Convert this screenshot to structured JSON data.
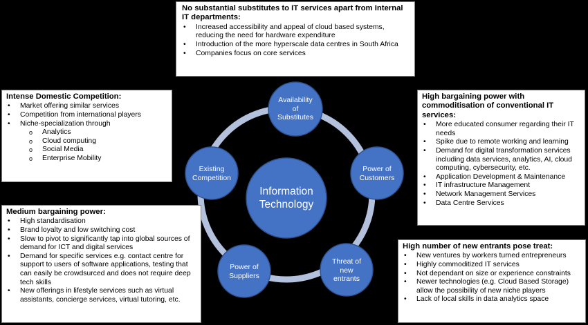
{
  "colors": {
    "circle_fill": "#4472c4",
    "circle_stroke": "#2f528f",
    "ring": "#b4c1dd",
    "background": "#000000"
  },
  "nodes": {
    "center": "Information Technology",
    "substitutes": [
      "Availability",
      "of",
      "Substitutes"
    ],
    "customers": [
      "Power of",
      "Customers"
    ],
    "new_entrants": [
      "Threat of",
      "new",
      "entrants"
    ],
    "suppliers": [
      "Power of",
      "Suppliers"
    ],
    "competition": [
      "Existing",
      "Competition"
    ]
  },
  "top": {
    "title": "No substantial substitutes to IT services apart from Internal IT departments:",
    "items": [
      "Increased accessibility and appeal of cloud based systems, reducing the need for hardware expenditure",
      "Introduction of the more hyperscale data centres in South Africa",
      "Companies focus on core services"
    ]
  },
  "left_top": {
    "title": "Intense Domestic Competition:",
    "items": [
      "Market offering similar services",
      "Competition from international players",
      "Niche-specialization through"
    ],
    "subitems": [
      "Analytics",
      "Cloud computing",
      "Social Media",
      "Enterprise Mobility"
    ]
  },
  "right_top": {
    "title": "High bargaining power with commoditisation of conventional IT services:",
    "items": [
      "More educated consumer regarding their IT needs",
      "Spike due to remote working and learning",
      "Demand for digital transformation services including data services, analytics, AI, cloud computing, cybersecurity, etc.",
      "Application Development & Maintenance",
      "IT infrastructure Management",
      "Network Management Services",
      "Data Centre Services"
    ]
  },
  "left_bottom": {
    "title": "Medium bargaining power:",
    "items": [
      "High standardisation",
      "Brand loyalty and low switching cost",
      "Slow to pivot to significantly tap into global sources of demand for ICT and digital services",
      "Demand for specific services e.g. contact centre for support to users of software applications, testing that can easily be crowdsurced and does not require deep tech skills",
      "New offerings in lifestyle services such as virtual assistants, concierge services, virtual tutoring, etc."
    ]
  },
  "right_bottom": {
    "title": "High number of new entrants pose treat:",
    "items": [
      "New ventures by workers turned entrepreneurs",
      "Highly commoditized IT services",
      "Not dependant on size or experience constraints",
      "Newer technologies (e.g. Cloud Based Storage) allow the possibility of new niche players",
      "Lack of local skills in data analytics space"
    ]
  }
}
